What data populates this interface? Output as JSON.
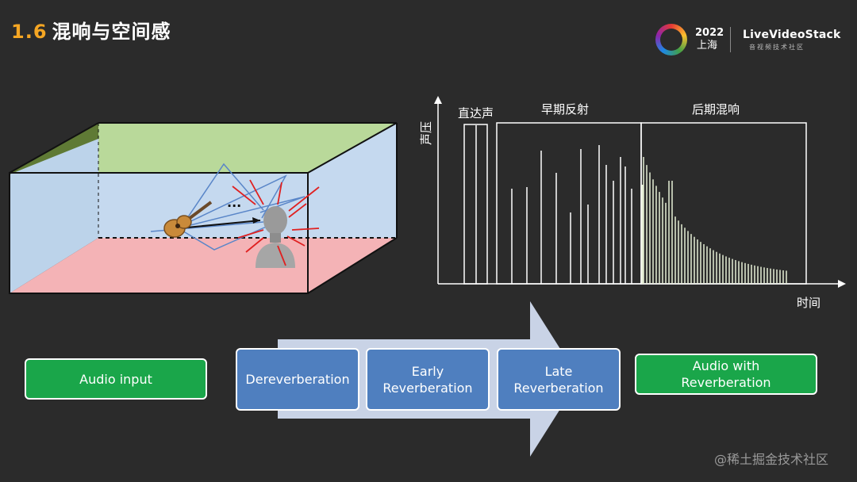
{
  "title": {
    "number": "1.6",
    "text": "混响与空间感"
  },
  "brand": {
    "year": "2022",
    "city": "上海",
    "name": "LiveVideoStack",
    "subtitle": "音视频技术社区"
  },
  "acoustic_graph": {
    "y_label": "声压",
    "x_label": "时间",
    "section_direct": "直达声",
    "section_early": "早期反射",
    "section_late": "后期混响"
  },
  "pipeline": {
    "input": "Audio input",
    "stages": [
      "Dereverberation",
      "Early\nReverberation",
      "Late\nReverberation"
    ],
    "output": "Audio with\nReverberation"
  },
  "colors": {
    "accent": "#f5a623",
    "box_green": "#1aa64a",
    "box_blue": "#4f7fbf",
    "arrow": "#c9d3e6"
  },
  "watermark": "@稀土掘金技术社区"
}
